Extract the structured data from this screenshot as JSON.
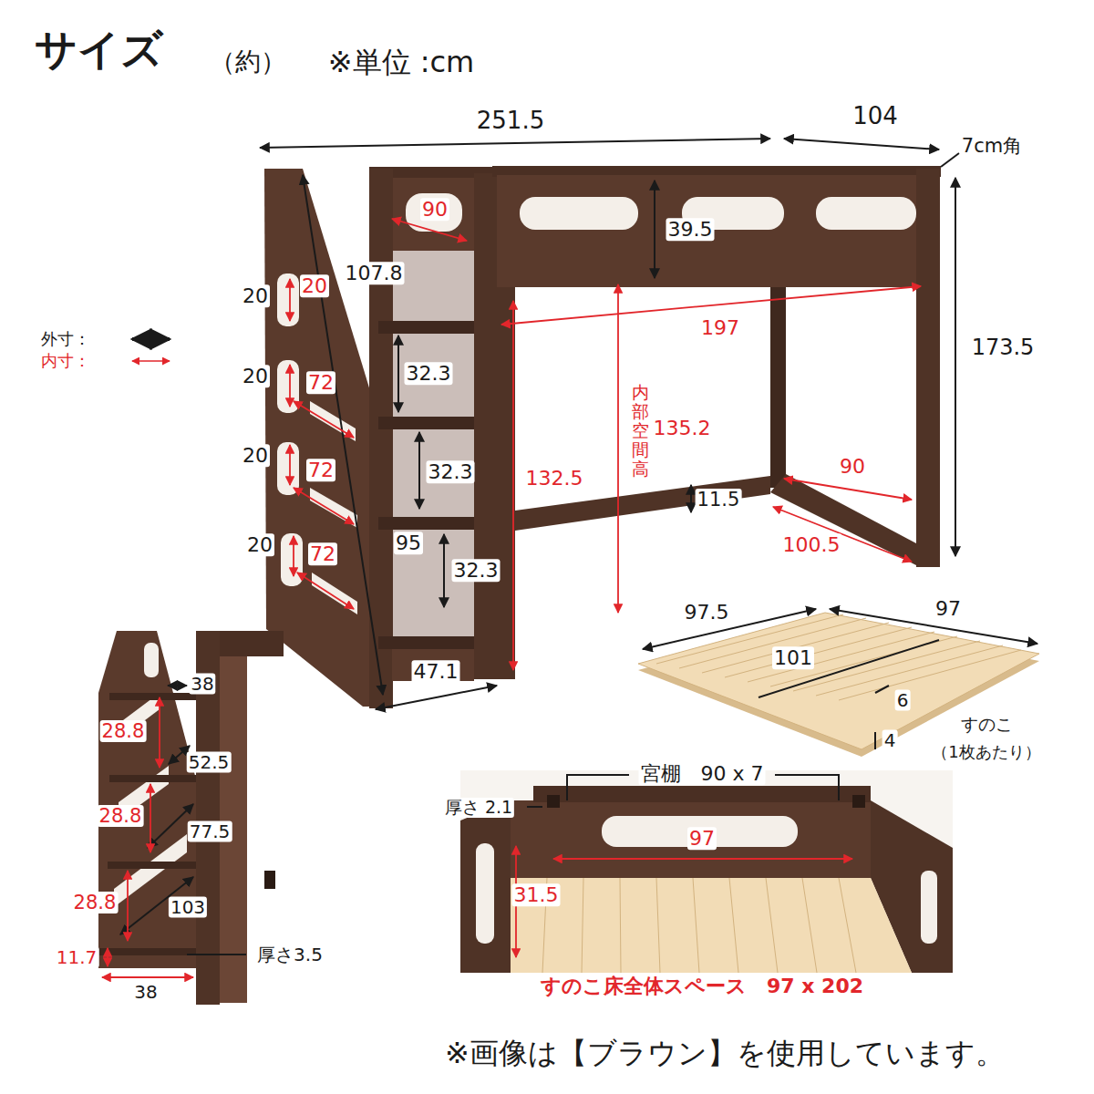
{
  "diagram": {
    "title": "サイズ",
    "caption": "※画像は【ブラウン】を使用しています。",
    "labels": [
      "（約）",
      "※単位 :cm",
      "251.5",
      "104",
      "7cm角",
      "90",
      "39.5",
      "107.8",
      "20",
      "20",
      "20",
      "72",
      "32.3",
      "20",
      "72",
      "32.3",
      "20",
      "72",
      "32.3",
      "197",
      "173.5",
      "内部空間高",
      "135.2",
      "132.5",
      "95",
      "11.5",
      "90",
      "100.5",
      "47.1",
      "97.5",
      "97",
      "101",
      "6",
      "4",
      "すのこ",
      "（1枚あたり）",
      "38",
      "28.8",
      "52.5",
      "28.8",
      "77.5",
      "28.8",
      "103",
      "11.7",
      "38",
      "厚さ3.5",
      "宮棚　90 x 7",
      "厚さ 2.1",
      "97",
      "31.5",
      "すのこ床全体スペース　97 x 202"
    ],
    "legend": [
      {
        "text": "外寸："
      },
      {
        "text": "内寸："
      }
    ]
  }
}
